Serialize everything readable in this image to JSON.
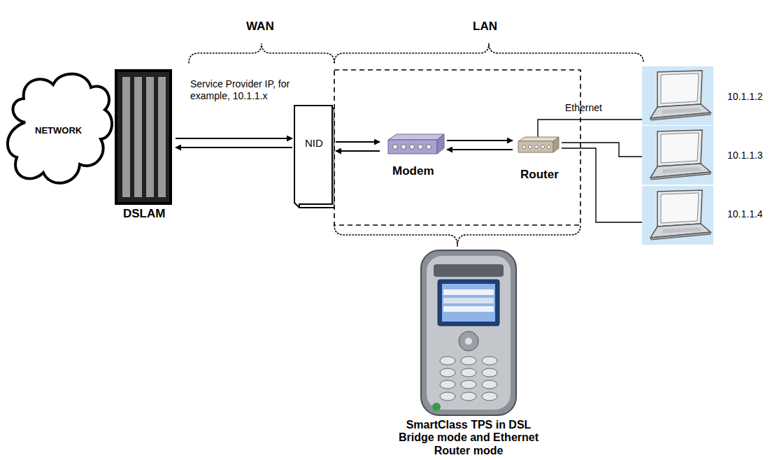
{
  "diagram": {
    "nodes": [
      {
        "text": [
          "NETWORK"
        ]
      },
      {
        "text": [
          "DSLAM"
        ]
      },
      {
        "text": [
          "NID"
        ]
      },
      {
        "text": [
          "Modem"
        ]
      },
      {
        "text": [
          "Router"
        ]
      },
      {
        "text": [
          "10.1.1.2"
        ]
      },
      {
        "text": [
          "10.1.1.3"
        ]
      },
      {
        "text": [
          "10.1.1.4"
        ]
      },
      {
        "text": [
          "SmartClass TPS in DSL Bridge mode and Ethernet Router mode"
        ]
      }
    ],
    "edges": [
      {
        "from": 1,
        "to": 2,
        "arrow": "both"
      },
      {
        "from": 2,
        "to": 3,
        "arrow": "both"
      },
      {
        "from": 3,
        "to": 4,
        "arrow": "both"
      },
      {
        "from": 4,
        "to": 5,
        "arrow": "none"
      },
      {
        "from": 4,
        "to": 6,
        "arrow": "none"
      },
      {
        "from": 4,
        "to": 7,
        "arrow": "none"
      }
    ],
    "labels": [
      "WAN",
      "LAN",
      "Service Provider IP, for example, 10.1.1.x",
      "Ethernet"
    ]
  }
}
